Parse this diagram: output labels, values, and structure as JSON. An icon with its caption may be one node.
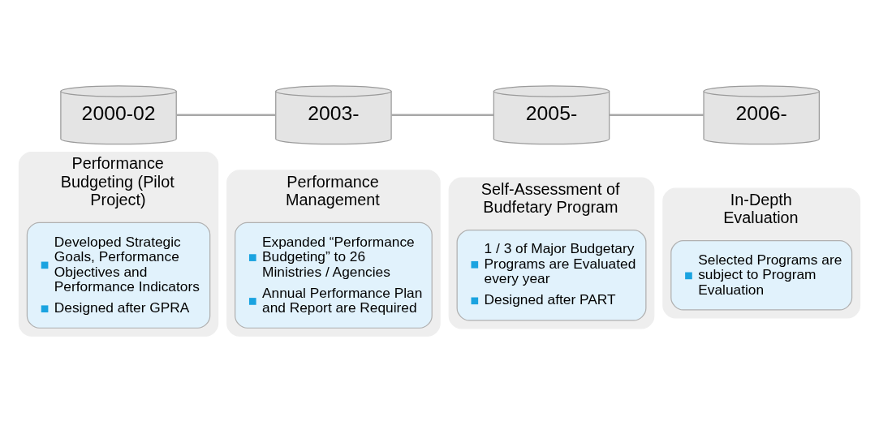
{
  "diagram": {
    "nodes": [
      {
        "text": [
          "2000-02"
        ]
      },
      {
        "text": [
          "2003-"
        ]
      },
      {
        "text": [
          "2005-"
        ]
      },
      {
        "text": [
          "2006-"
        ]
      },
      {
        "text": [
          "Performance Budgeting (Pilot Project)"
        ]
      },
      {
        "text": [
          "Developed Strategic Goals, Performance Objectives and Performance Indicators",
          "Designed after GPRA"
        ],
        "in": 4
      },
      {
        "text": [
          "Performance Management"
        ]
      },
      {
        "text": [
          "Expanded “Performance Budgeting” to 26 Ministries / Agencies",
          "Annual Performance Plan and Report are Required"
        ],
        "in": 6
      },
      {
        "text": [
          "Self-Assessment of Budfetary Program"
        ]
      },
      {
        "text": [
          "1 / 3 of Major Budgetary Programs are Evaluated every year",
          "Designed after PART"
        ],
        "in": 8
      },
      {
        "text": [
          "In-Depth Evaluation"
        ]
      },
      {
        "text": [
          "Selected Programs are subject to Program Evaluation"
        ],
        "in": 10
      }
    ],
    "edges": [
      {
        "from": 0,
        "to": 1,
        "arrow": "none"
      },
      {
        "from": 1,
        "to": 2,
        "arrow": "none"
      },
      {
        "from": 2,
        "to": 3,
        "arrow": "none"
      }
    ]
  }
}
